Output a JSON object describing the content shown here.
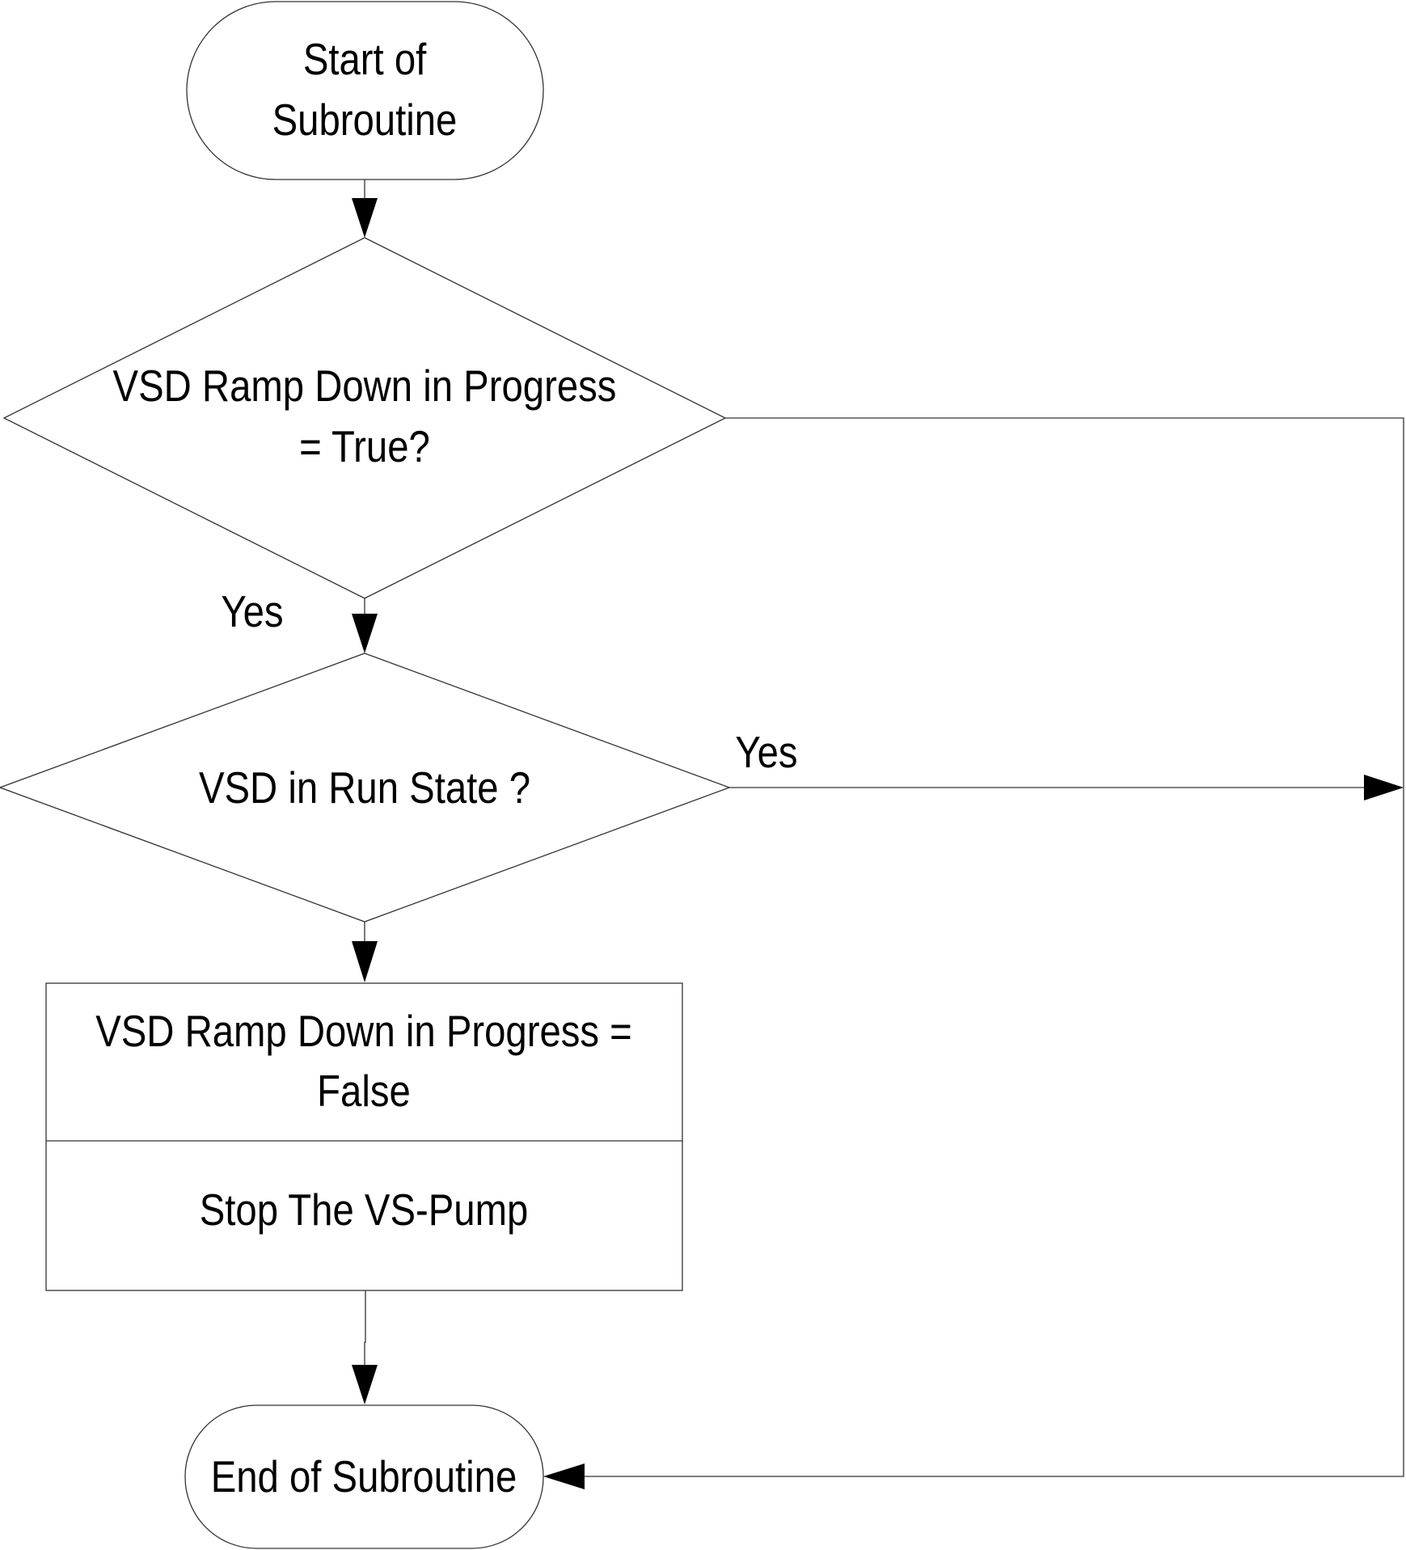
{
  "nodes": {
    "start": {
      "line1": "Start of",
      "line2": "Subroutine"
    },
    "decision_ramp": {
      "line1": "VSD Ramp Down  in Progress",
      "line2": "= True?"
    },
    "decision_run": {
      "line1": "VSD in Run State ?"
    },
    "process_ramp_false": {
      "line1": "VSD Ramp Down  in Progress =",
      "line2": "False"
    },
    "process_stop": {
      "line1": "Stop The VS-Pump"
    },
    "end": {
      "line1": "End of Subroutine"
    }
  },
  "edge_labels": {
    "ramp_yes": "Yes",
    "run_yes": "Yes"
  }
}
